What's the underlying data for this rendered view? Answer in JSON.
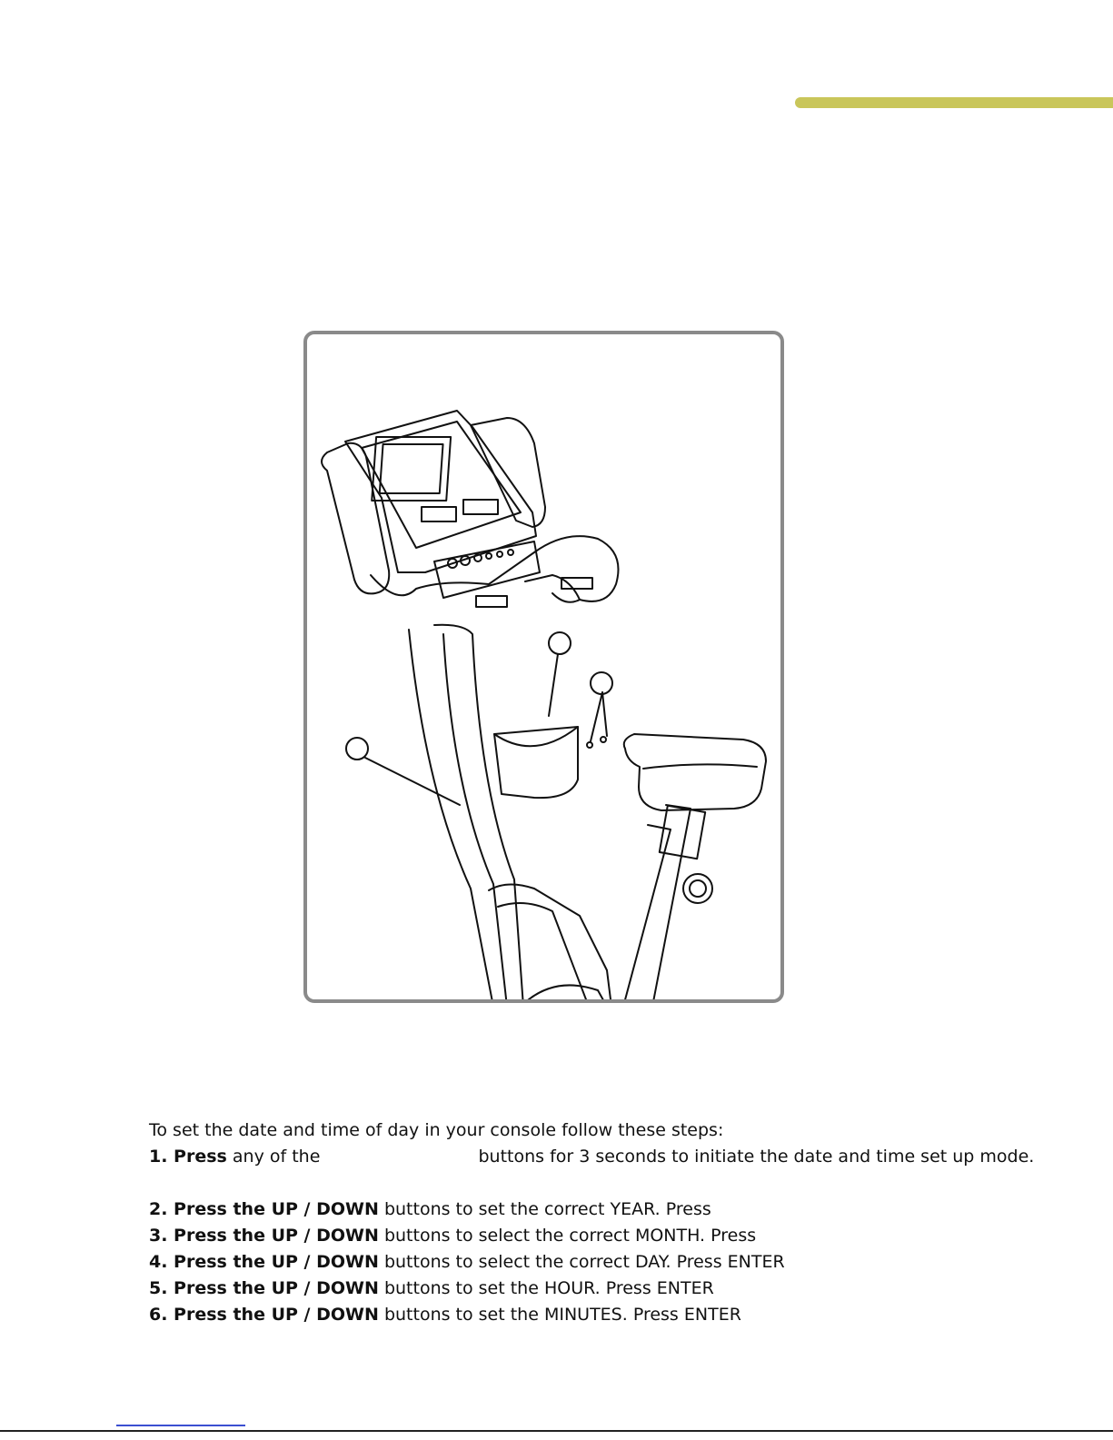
{
  "theme": {
    "accent": "#c9c65a",
    "frame_border": "#8a8a8a",
    "link": "#3b4fd1"
  },
  "figure": {
    "subject": "upright-bike-illustration",
    "callouts": [
      "",
      "",
      ""
    ]
  },
  "instructions": {
    "intro": "To set the date and time of day in your console follow these steps:",
    "steps": [
      {
        "num": "1. Press",
        "rest_a": "any of the",
        "rest_b": "buttons for 3 seconds to initiate the date and time set up mode."
      },
      {
        "num": "2. Press the UP / DOWN",
        "rest": "buttons to set the correct YEAR.  Press"
      },
      {
        "num": "3. Press the UP / DOWN",
        "rest": "buttons to select the correct MONTH.  Press"
      },
      {
        "num": "4. Press the UP / DOWN",
        "rest": "buttons to select the correct DAY.  Press ENTER"
      },
      {
        "num": "5. Press the UP / DOWN",
        "rest": "buttons to set the HOUR.  Press ENTER"
      },
      {
        "num": "6. Press the UP / DOWN",
        "rest": "buttons to set the MINUTES.  Press ENTER"
      }
    ]
  }
}
